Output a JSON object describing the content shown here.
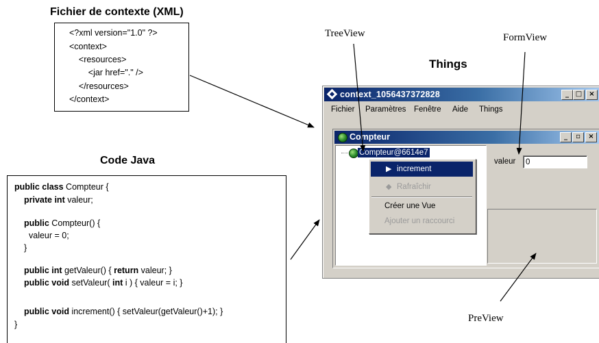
{
  "headings": {
    "xml_file": "Fichier de contexte (XML)",
    "java_code": "Code Java",
    "things": "Things"
  },
  "callouts": {
    "treeview": "TreeView",
    "formview": "FormView",
    "preview": "PreView"
  },
  "xml_lines": [
    "<?xml version=\"1.0\" ?>",
    "<context>",
    "    <resources>",
    "        <jar href=\".\" />",
    "    </resources>",
    "</context>"
  ],
  "java": {
    "l1_kw": "public class",
    "l1_rest": " Compteur {",
    "l2_kw": "private int",
    "l2_rest": " valeur;",
    "l3_kw": "public",
    "l3_rest": " Compteur() {",
    "l4": "valeur = 0;",
    "l5": "}",
    "l6_kw1": "public int",
    "l6_mid": " getValeur() { ",
    "l6_kw2": "return",
    "l6_rest": " valeur; }",
    "l7_kw1": "public void",
    "l7_mid": " setValeur( ",
    "l7_kw2": "int",
    "l7_rest": " i ) { valeur = i; }",
    "l8_kw": "public void",
    "l8_rest": " increment() { setValeur(getValeur()+1); }",
    "l9": "}"
  },
  "window": {
    "title": "context_1056437372828",
    "min_glyph": "_",
    "max_glyph": "□",
    "close_glyph": "×",
    "menu": [
      "Fichier",
      "Paramètres",
      "Fenêtre",
      "Aide",
      "Things"
    ],
    "inner_title": "Compteur",
    "inner_min": "_",
    "inner_restore": "▫",
    "inner_close": "×",
    "tree_node": "Compteur@6614e7",
    "context_menu": {
      "increment": "increment",
      "rafraichir": "Rafraîchir",
      "creer_vue": "Créer une Vue",
      "ajouter_raccourci": "Ajouter un raccourci"
    },
    "form_label": "valeur",
    "form_value": "0"
  },
  "colors": {
    "titlebar_active": "#0a246a",
    "window_face": "#d4d0c8",
    "node_icon": "#2a8a2a"
  }
}
